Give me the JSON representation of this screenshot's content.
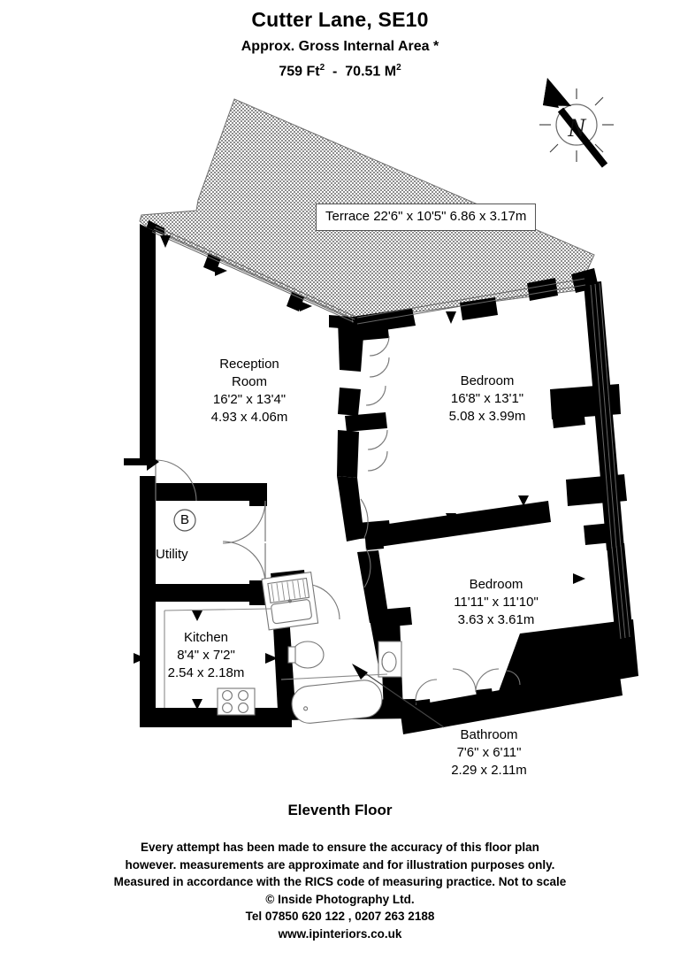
{
  "header": {
    "title": "Cutter Lane, SE10",
    "subtitle_text": "Approx. Gross Internal Area",
    "subtitle_star": "*",
    "area_ft": "759 Ft",
    "area_ft_sup": "2",
    "area_dash": "-",
    "area_m": "70.51 M",
    "area_m_sup": "2"
  },
  "compass": {
    "label": "N",
    "name": "north-compass-rose"
  },
  "rooms": [
    {
      "key": "terrace",
      "name": "Terrace",
      "imperial": "22'6\" x 10'5\"",
      "metric": "6.86 x 3.17m"
    },
    {
      "key": "reception",
      "name": "Reception",
      "name2": "Room",
      "imperial": "16'2\" x 13'4\"",
      "metric": "4.93 x 4.06m"
    },
    {
      "key": "bedroom1",
      "name": "Bedroom",
      "imperial": "16'8\" x 13'1\"",
      "metric": "5.08 x 3.99m"
    },
    {
      "key": "bedroom2",
      "name": "Bedroom",
      "imperial": "11'11\" x 11'10\"",
      "metric": "3.63 x 3.61m"
    },
    {
      "key": "kitchen",
      "name": "Kitchen",
      "imperial": "8'4\" x 7'2\"",
      "metric": "2.54 x 2.18m"
    },
    {
      "key": "bathroom",
      "name": "Bathroom",
      "imperial": "7'6\" x 6'11\"",
      "metric": "2.29 x 2.11m"
    },
    {
      "key": "utility",
      "name": "Utility",
      "imperial": "",
      "metric": ""
    }
  ],
  "markers": {
    "boiler_label": "B"
  },
  "footer": {
    "floor": "Eleventh Floor",
    "line1": "Every attempt has been made to ensure the accuracy of this floor plan",
    "line2": "however. measurements are approximate and for illustration purposes only.",
    "line3": "Measured in accordance with the RICS code of measuring practice. Not to scale",
    "line4": "© Inside Photography Ltd.",
    "line5": "Tel 07850 620 122 , 0207 263 2188",
    "line6": "www.ipinteriors.co.uk"
  },
  "colors": {
    "wall": "#000000",
    "background": "#ffffff",
    "terrace_hatch": "#9a9a9a",
    "fixture_stroke": "#555555",
    "label_text": "#000000"
  }
}
